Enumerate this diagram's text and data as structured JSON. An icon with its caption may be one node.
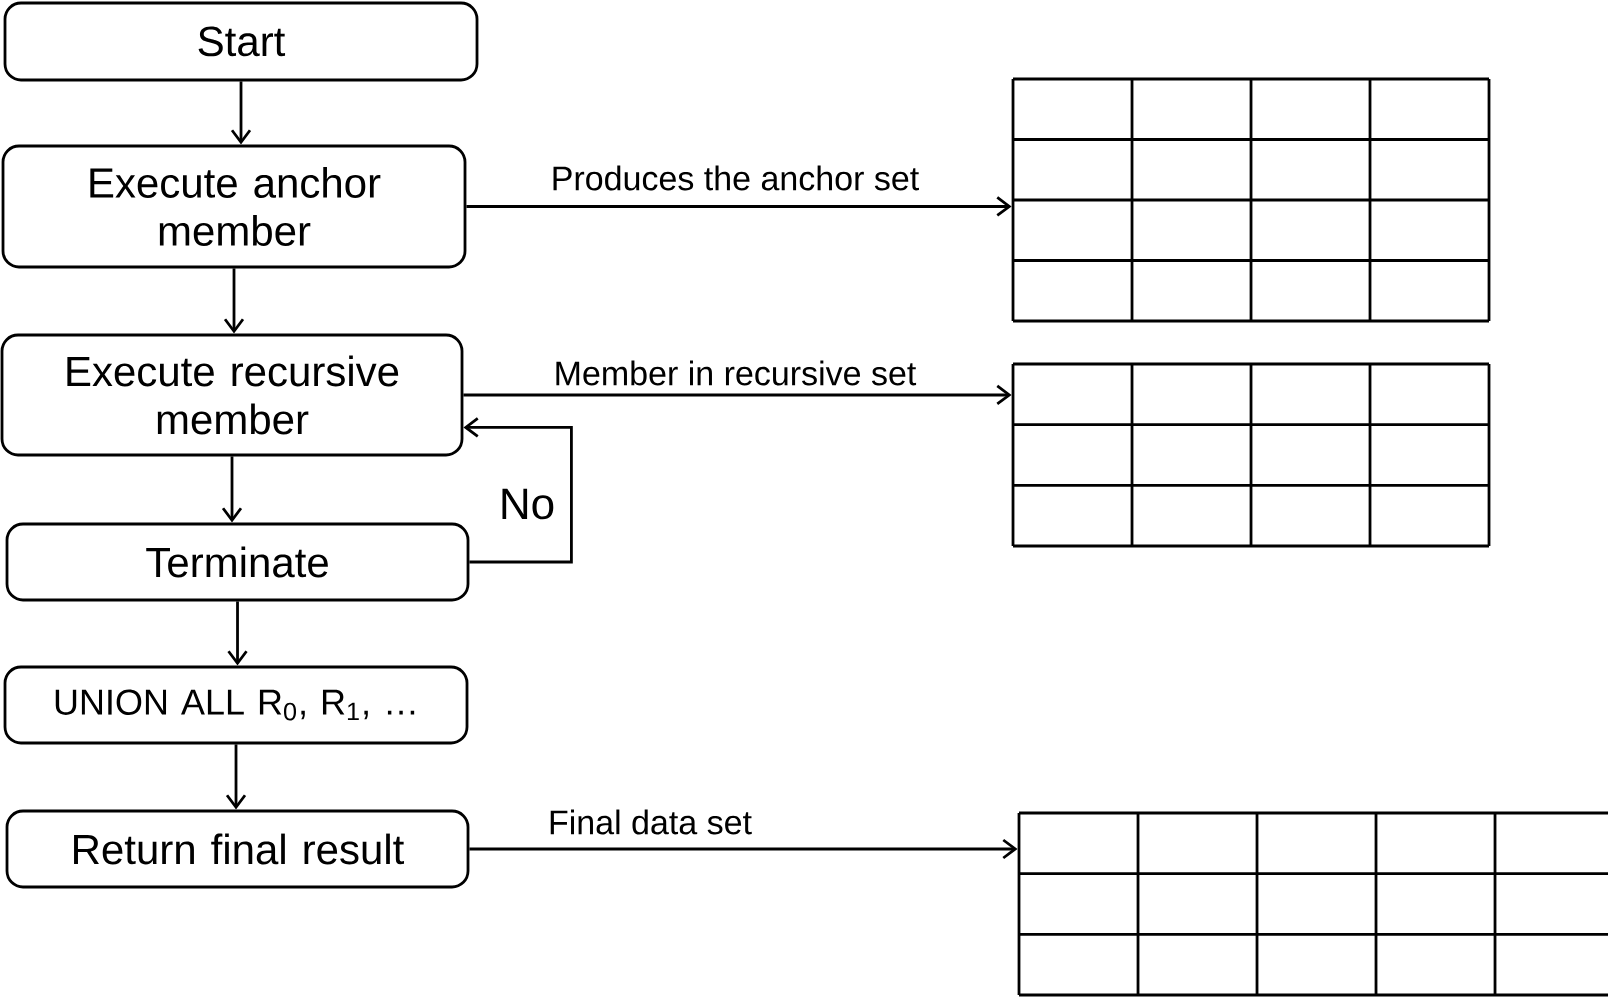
{
  "diagram": {
    "nodes": [
      {
        "text": [
          "Start"
        ]
      },
      {
        "text": [
          "Execute anchor member"
        ]
      },
      {
        "text": [
          "Execute recursive member"
        ]
      },
      {
        "text": [
          "Terminate"
        ]
      },
      {
        "text": [
          "UNION ALL R$_{0}$, R$_{1}$, …"
        ]
      },
      {
        "text": [
          "Return final result"
        ]
      },
      {
        "text": [],
        "shape": "table"
      },
      {
        "text": [],
        "shape": "table"
      },
      {
        "text": [],
        "shape": "table"
      }
    ],
    "edges": [
      {
        "from": 0,
        "to": 1,
        "arrow": "to"
      },
      {
        "from": 1,
        "to": 2,
        "arrow": "to"
      },
      {
        "from": 2,
        "to": 3,
        "arrow": "to"
      },
      {
        "from": 3,
        "to": 4,
        "arrow": "to"
      },
      {
        "from": 4,
        "to": 5,
        "arrow": "to"
      },
      {
        "from": 1,
        "to": 6,
        "arrow": "to",
        "label": "Produces the anchor set"
      },
      {
        "from": 2,
        "to": 7,
        "arrow": "to",
        "label": "Member in recursive set"
      },
      {
        "from": 3,
        "to": 2,
        "arrow": "to",
        "label": "No"
      },
      {
        "from": 5,
        "to": 8,
        "arrow": "to",
        "label": "Final data set"
      }
    ]
  }
}
